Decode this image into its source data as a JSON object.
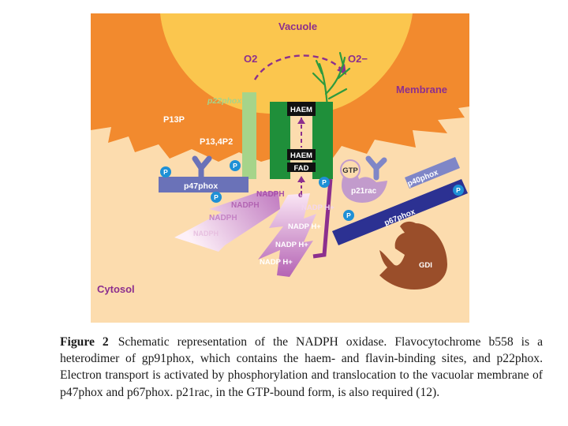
{
  "diagram": {
    "labels": {
      "vacuole": "Vacuole",
      "o2": "O2",
      "o2_minus": "O2−",
      "membrane": "Membrane",
      "p22phox": "p22phox",
      "haem_top": "HAEM",
      "haem_bottom": "HAEM",
      "fad": "FAD",
      "p13p": "P13P",
      "p134p2": "P13,4P2",
      "gtp": "GTP",
      "p21rac": "p21rac",
      "p40phox": "p40phox",
      "p47phox": "p47phox",
      "p67phox": "p67phox",
      "electron": "e",
      "nadph_1": "NADPH",
      "nadph_2": "NADPH",
      "nadph_3": "NADPH",
      "nadph_4": "NADPH",
      "nadph_plus_1": "NADP H+",
      "nadph_plus_2": "NADP H+",
      "nadph_plus_3": "NADP H+",
      "nadph_plus_4": "NADP H+",
      "gdi": "GDI",
      "cytosol": "Cytosol",
      "phosphate": "P"
    },
    "colors": {
      "vacuole": "#fbc64e",
      "membrane": "#f28a2e",
      "cytosol": "#fcdcae",
      "flavocytochrome": "#1f8f3a",
      "p22phox": "#a6d48a",
      "p67phox": "#2c3192",
      "p40phox": "#7f86c7",
      "p47phox": "#6a72b8",
      "gdi": "#9a4e2a",
      "p21rac": "#c29bcc",
      "nadph_arrows": "#c07ac0",
      "o2_path": "#8c2f8e",
      "phosphate": "#1e90d6"
    }
  },
  "caption": {
    "label": "Figure 2",
    "text": "Schematic representation of the NADPH oxidase. Flavocytochrome b558 is a heterodimer of gp91phox, which contains the haem- and flavin-binding sites, and p22phox. Electron transport is activated by phosphorylation and translocation to the vacuolar membrane of p47phox and p67phox. p21rac, in the GTP-bound form, is also required (12)."
  }
}
